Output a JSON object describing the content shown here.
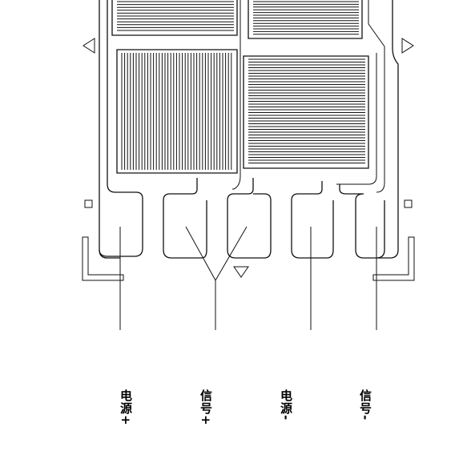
{
  "labels": {
    "power_plus": "电源+",
    "signal_plus": "信号+",
    "power_minus": "电源-",
    "signal_minus": "信号-"
  },
  "colors": {
    "line": "#111111",
    "background": "#ffffff"
  }
}
